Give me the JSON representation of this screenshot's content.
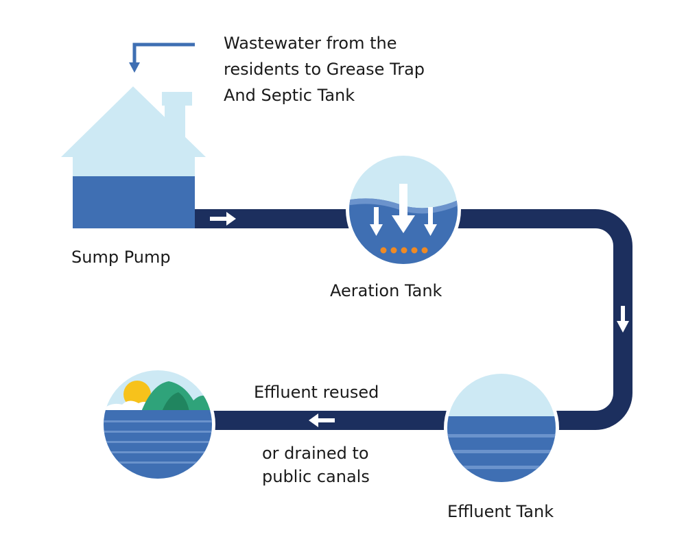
{
  "intro": {
    "line1": "Wastewater from the",
    "line2": "residents to Grease Trap",
    "line3": "And Septic Tank"
  },
  "stages": {
    "sump_pump": "Sump Pump",
    "aeration_tank": "Aeration Tank",
    "effluent_tank": "Effluent Tank"
  },
  "outlet": {
    "line1": "Effluent reused",
    "line2": "or drained to",
    "line3": "public canals"
  },
  "colors": {
    "pipe": "#1c2f5e",
    "water": "#3f6fb3",
    "water_light": "#6b93cc",
    "sky": "#cde9f4",
    "hill": "#2fa37a",
    "hill_dark": "#20855f",
    "sun": "#f7c21b",
    "bubble": "#f08a24",
    "arrow": "#ffffff"
  },
  "icons": {
    "house": "house-icon",
    "aeration": "aeration-tank-icon",
    "effluent": "effluent-tank-icon",
    "canal": "canal-scene-icon"
  }
}
